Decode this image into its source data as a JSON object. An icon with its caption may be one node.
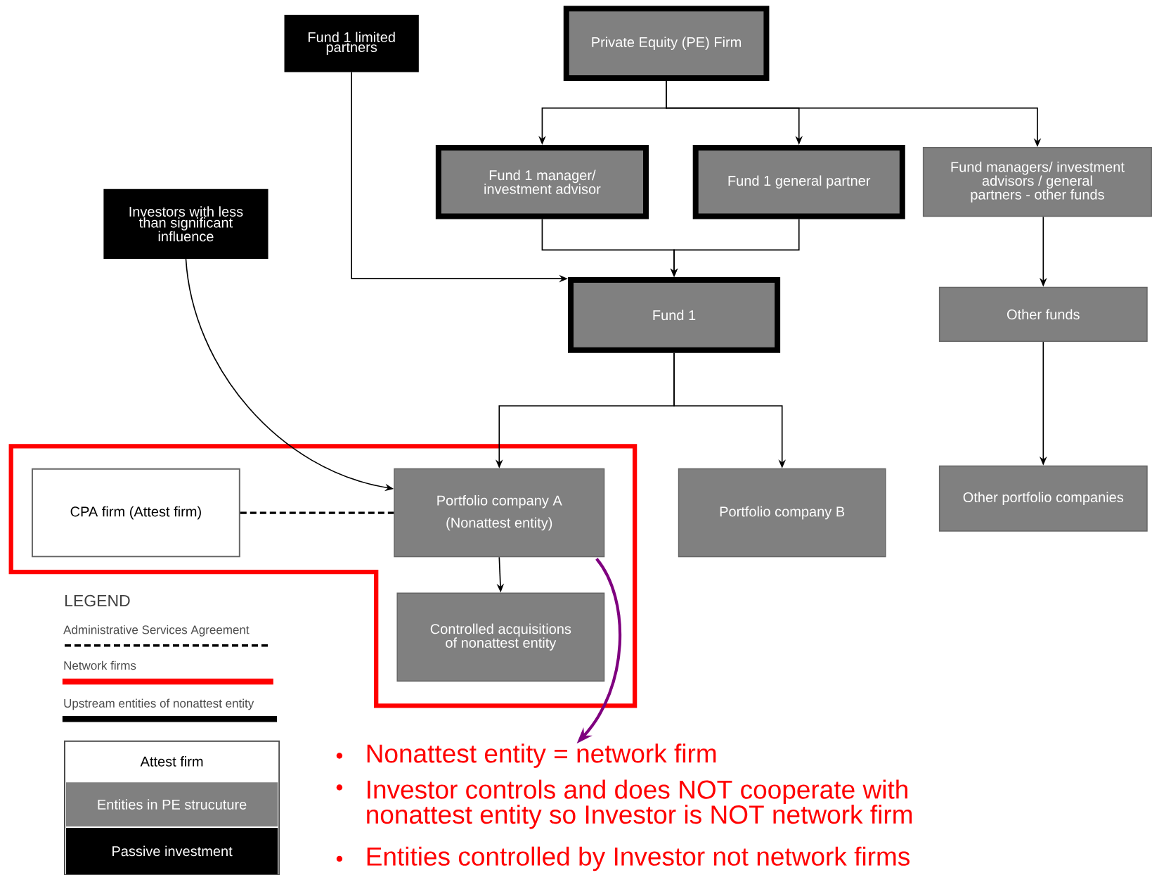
{
  "diagram": {
    "nodes": [
      {
        "text": [
          "Fund 1 limited partners"
        ]
      },
      {
        "text": [
          "Private Equity (PE) Firm"
        ]
      },
      {
        "text": [
          "Fund 1 manager/ investment advisor"
        ]
      },
      {
        "text": [
          "Fund 1 general partner"
        ]
      },
      {
        "text": [
          "Fund managers/ investment advisors / general partners - other funds"
        ]
      },
      {
        "text": [
          "Investors with less than significant influence"
        ]
      },
      {
        "text": [
          "Fund 1"
        ]
      },
      {
        "text": [
          "Other funds"
        ]
      },
      {
        "text": [
          "CPA firm (Attest firm)"
        ]
      },
      {
        "text": [
          "Portfolio company A",
          "(Nonattest entity)"
        ]
      },
      {
        "text": [
          "Portfolio company B"
        ]
      },
      {
        "text": [
          "Other portfolio companies"
        ]
      },
      {
        "text": [
          "Controlled acquisitions of nonattest entity"
        ]
      },
      {
        "text": [
          "Nonattest entity = network firm"
        ]
      }
    ],
    "edges": [
      {
        "from": 1,
        "to": 2,
        "arrow": "to"
      },
      {
        "from": 1,
        "to": 3,
        "arrow": "to"
      },
      {
        "from": 1,
        "to": 4,
        "arrow": "to"
      },
      {
        "from": 2,
        "to": 6,
        "arrow": "to"
      },
      {
        "from": 3,
        "to": 6,
        "arrow": "to"
      },
      {
        "from": 0,
        "to": 6,
        "arrow": "to"
      },
      {
        "from": 5,
        "to": 9,
        "arrow": "to"
      },
      {
        "from": 4,
        "to": 7,
        "arrow": "to"
      },
      {
        "from": 6,
        "to": 9,
        "arrow": "to"
      },
      {
        "from": 6,
        "to": 10,
        "arrow": "to"
      },
      {
        "from": 7,
        "to": 11,
        "arrow": "to"
      },
      {
        "from": 8,
        "to": 9,
        "arrow": "none",
        "style": "dashed"
      },
      {
        "from": 9,
        "to": 12,
        "arrow": "to"
      },
      {
        "from": 9,
        "to": 13,
        "arrow": "to",
        "style": "thick",
        "color": "#7f007f"
      }
    ],
    "labels": [
      "LEGEND",
      "Investor controls and does NOT cooperate with nonattest entity so Investor is NOT network firm",
      "Entities controlled by Investor not network firms"
    ],
    "legend": [
      {
        "text": "Administrative Services Agreement"
      },
      {
        "text": "Network firms"
      },
      {
        "text": "Upstream entities of nonattest entity"
      },
      {
        "text": "Attest firm",
        "color": "#ffffff"
      },
      {
        "text": "Entities in PE strucuture",
        "color": "#808080"
      },
      {
        "text": "Passive investment",
        "color": "#000000"
      }
    ]
  }
}
